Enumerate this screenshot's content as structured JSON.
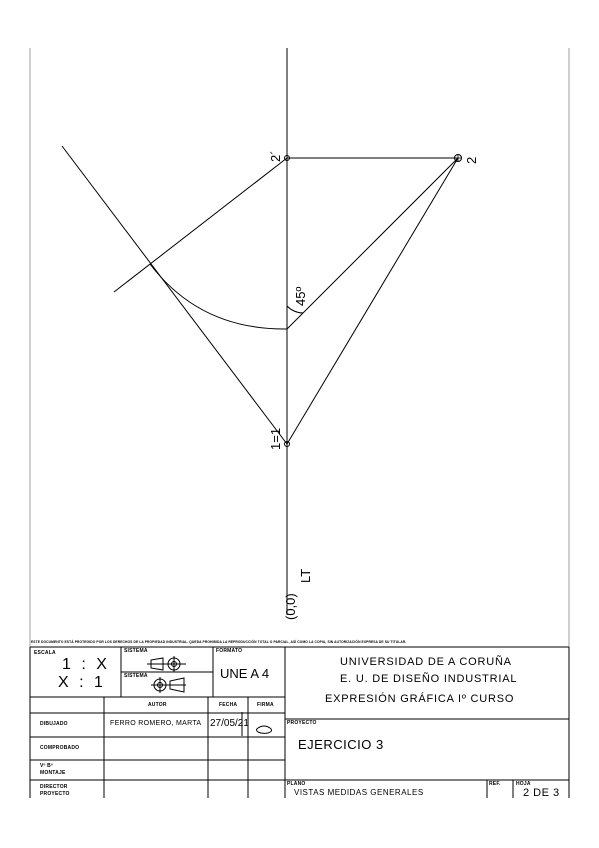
{
  "drawing": {
    "point_labels": {
      "p2_prime": "2´",
      "p2": "2",
      "p1": "1=1",
      "origin": "(0,0)",
      "lt": "LT",
      "angle": "45º"
    }
  },
  "notice": "ESTE DOCUMENTO ESTÁ PROTEGIDO POR LOS DERECHOS DE LA PROPIEDAD INDUSTRIAL. QUEDA PROHIBIDA LA REPRODUCCIÓN TOTAL O PARCIAL, ASÍ COMO LA COPIA, SIN AUTORIZACIÓN EXPRESA DE SU TITULAR.",
  "title_block": {
    "scale_label": "ESCALA",
    "scale_line1": "1 : X",
    "scale_line2": "X : 1",
    "system_label_1": "SISTEMA",
    "system_label_2": "SISTEMA",
    "format_label": "FORMATO",
    "format_value": "UNE A 4",
    "university": "UNIVERSIDAD DE A CORUÑA",
    "school": "E. U. DE DISEÑO INDUSTRIAL",
    "course": "EXPRESIÓN GRÁFICA Iº CURSO",
    "col_author": "AUTOR",
    "col_date": "FECHA",
    "col_signature": "FIRMA",
    "row_drawn": "DIBUJADO",
    "row_checked": "COMPROBADO",
    "row_approved_1": "Vº Bº",
    "row_approved_2": "MONTAJE",
    "row_director_1": "DIRECTOR",
    "row_director_2": "PROYECTO",
    "author_value": "FERRO ROMERO, MARTA",
    "date_value": "27/05/21",
    "project_label": "PROYECTO",
    "project_value": "EJERCICIO 3",
    "plan_label": "PLANO",
    "plan_value": "VISTAS MEDIDAS GENERALES",
    "ref_label": "REF.",
    "sheet_label": "HOJA",
    "sheet_value": "2 DE 3"
  }
}
